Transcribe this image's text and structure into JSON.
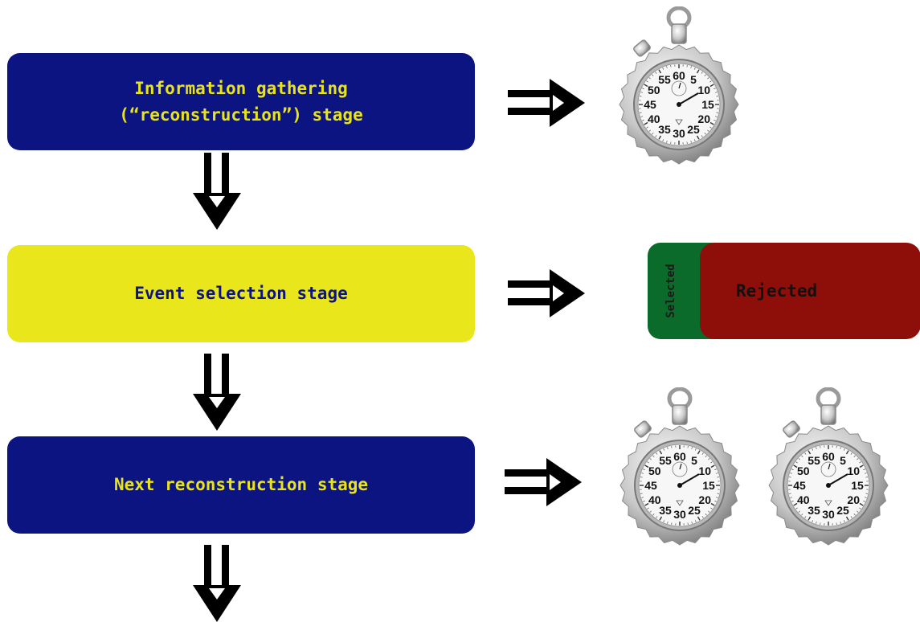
{
  "stages": [
    {
      "lines": [
        "Information gathering",
        "(“reconstruction”) stage"
      ]
    },
    {
      "lines": [
        "Event selection stage"
      ]
    },
    {
      "lines": [
        "Next reconstruction stage"
      ]
    }
  ],
  "selection": {
    "selected_label": "Selected",
    "rejected_label": "Rejected"
  },
  "stopwatch": {
    "numbers": [
      "60",
      "5",
      "10",
      "15",
      "20",
      "25",
      "30",
      "35",
      "40",
      "45",
      "50",
      "55"
    ]
  },
  "icons": {
    "down_arrow": "double-down-arrow-icon",
    "right_arrow": "double-right-arrow-icon",
    "timer": "stopwatch-icon"
  },
  "colors": {
    "dark_box": "#0c1481",
    "yellow_box": "#e9e61c",
    "yellow_text": "#e8e31a",
    "selected": "#0a6b2a",
    "rejected": "#8e0f0a"
  }
}
